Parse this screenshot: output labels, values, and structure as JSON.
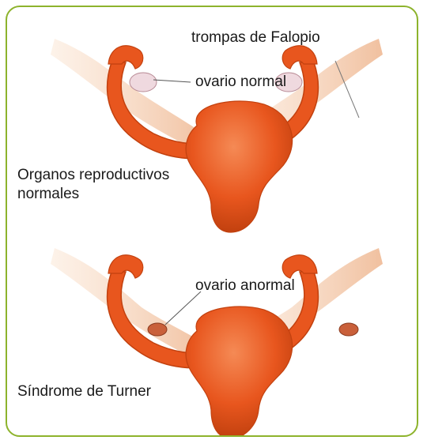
{
  "labels": {
    "fallopian_tubes": "trompas de Falopio",
    "normal_ovary": "ovario normal",
    "normal_caption_line1": "Organos reproductivos",
    "normal_caption_line2": "normales",
    "abnormal_ovary": "ovario anormal",
    "turner_caption": "Síndrome de Turner"
  },
  "colors": {
    "frame_border": "#8db32c",
    "organ": "#e8561e",
    "organ_dark": "#c2410f",
    "organ_light": "#f27a45",
    "ligament": "#f2c9a6",
    "ovary_normal": "#efd9df",
    "ovary_abnormal": "#c9603a"
  }
}
